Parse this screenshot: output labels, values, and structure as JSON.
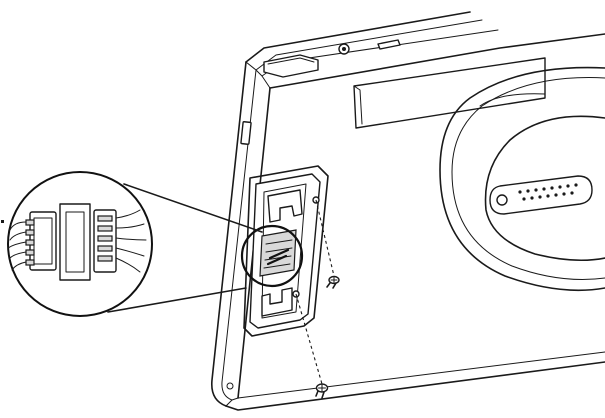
{
  "figure": {
    "kind": "connector-installation-diagram"
  },
  "colors": {
    "line": "#1a1a1a",
    "background": "#ffffff",
    "fill": "#d9d9d9"
  },
  "parts": {
    "device": "device-back-panel",
    "cover": "connector-cover-plate",
    "screws": [
      "upper-screw",
      "lower-screw"
    ],
    "callout": "zoom-callout-connector"
  }
}
